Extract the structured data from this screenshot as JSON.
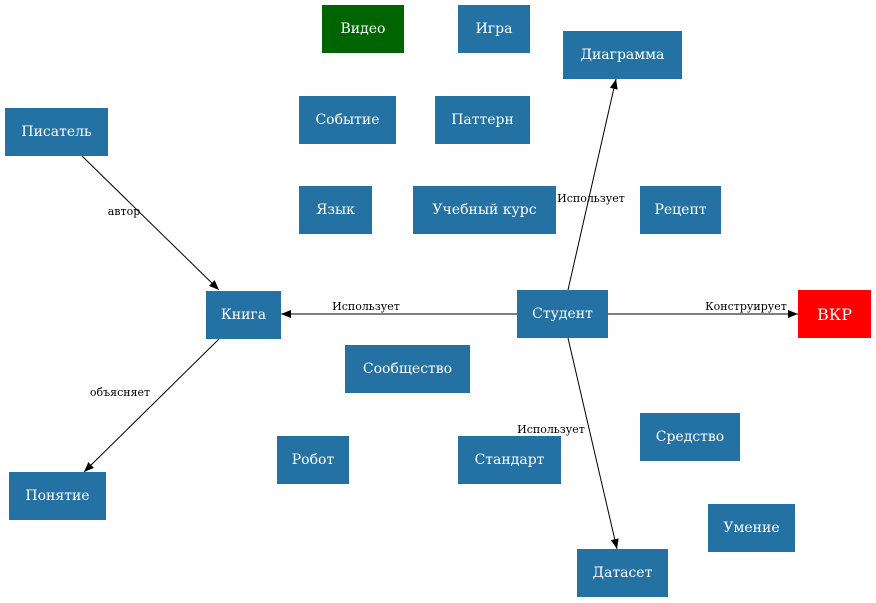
{
  "colors": {
    "default_node": "#2471a3",
    "video_node": "#006400",
    "vkr_node": "#ff0000",
    "edge": "#000000"
  },
  "nodes": [
    {
      "id": "video",
      "label": "Видео",
      "color": "#006400"
    },
    {
      "id": "igra",
      "label": "Игра",
      "color": "#2471a3"
    },
    {
      "id": "diagramma",
      "label": "Диаграмма",
      "color": "#2471a3"
    },
    {
      "id": "pisatel",
      "label": "Писатель",
      "color": "#2471a3"
    },
    {
      "id": "sobytie",
      "label": "Событие",
      "color": "#2471a3"
    },
    {
      "id": "pattern",
      "label": "Паттерн",
      "color": "#2471a3"
    },
    {
      "id": "yazyk",
      "label": "Язык",
      "color": "#2471a3"
    },
    {
      "id": "uchebny_kurs",
      "label": "Учебный курс",
      "color": "#2471a3"
    },
    {
      "id": "recept",
      "label": "Рецепт",
      "color": "#2471a3"
    },
    {
      "id": "kniga",
      "label": "Книга",
      "color": "#2471a3"
    },
    {
      "id": "student",
      "label": "Студент",
      "color": "#2471a3"
    },
    {
      "id": "vkr",
      "label": "ВКР",
      "color": "#ff0000"
    },
    {
      "id": "soobshchestvo",
      "label": "Сообщество",
      "color": "#2471a3"
    },
    {
      "id": "robot",
      "label": "Робот",
      "color": "#2471a3"
    },
    {
      "id": "standart",
      "label": "Стандарт",
      "color": "#2471a3"
    },
    {
      "id": "sredstvo",
      "label": "Средство",
      "color": "#2471a3"
    },
    {
      "id": "ponyatie",
      "label": "Понятие",
      "color": "#2471a3"
    },
    {
      "id": "umenie",
      "label": "Умение",
      "color": "#2471a3"
    },
    {
      "id": "dataset",
      "label": "Датасет",
      "color": "#2471a3"
    }
  ],
  "edges": [
    {
      "from": "pisatel",
      "to": "kniga",
      "label": "автор"
    },
    {
      "from": "kniga",
      "to": "ponyatie",
      "label": "объясняет"
    },
    {
      "from": "student",
      "to": "kniga",
      "label": "Использует"
    },
    {
      "from": "student",
      "to": "diagramma",
      "label": "Использует"
    },
    {
      "from": "student",
      "to": "vkr",
      "label": "Конструирует"
    },
    {
      "from": "student",
      "to": "dataset",
      "label": "Использует"
    }
  ]
}
